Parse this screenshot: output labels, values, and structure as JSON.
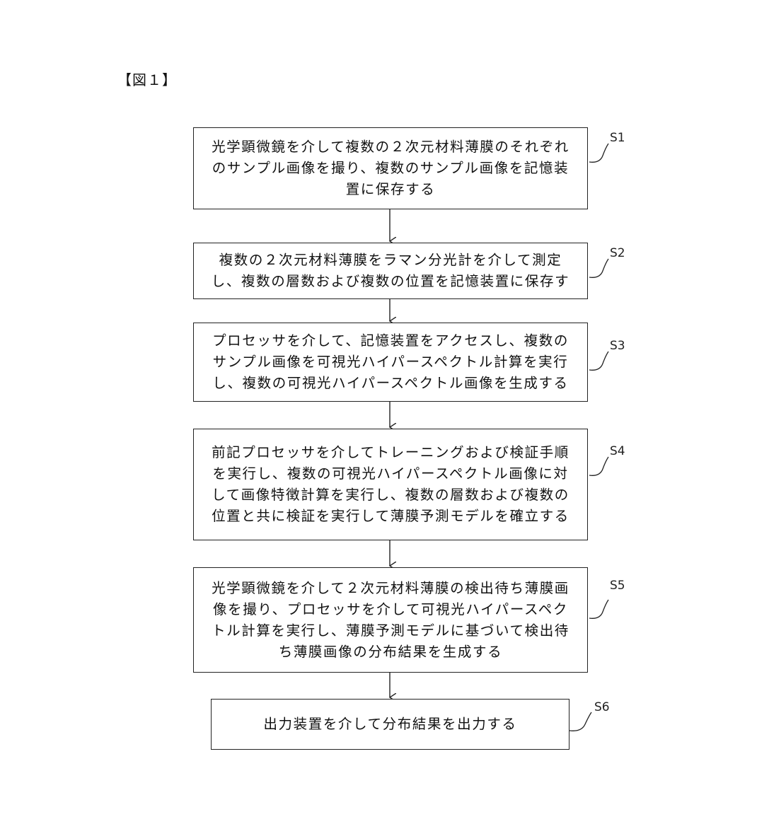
{
  "figure": {
    "label": "【図１】"
  },
  "steps": [
    {
      "id": "S1",
      "text": "光学顕微鏡を介して複数の２次元材料薄膜のそれぞれ\nのサンプル画像を撮り、複数のサンプル画像を記憶装\n置に保存する"
    },
    {
      "id": "S2",
      "text": "複数の２次元材料薄膜をラマン分光計を介して測定\nし、複数の層数および複数の位置を記憶装置に保存す"
    },
    {
      "id": "S3",
      "text": "プロセッサを介して、記憶装置をアクセスし、複数の\nサンプル画像を可視光ハイパースペクトル計算を実行\nし、複数の可視光ハイパースペクトル画像を生成する"
    },
    {
      "id": "S4",
      "text": "前記プロセッサを介してトレーニングおよび検証手順\nを実行し、複数の可視光ハイパースペクトル画像に対\nして画像特徴計算を実行し、複数の層数および複数の\n位置と共に検証を実行して薄膜予測モデルを確立する"
    },
    {
      "id": "S5",
      "text": "光学顕微鏡を介して２次元材料薄膜の検出待ち薄膜画\n像を撮り、プロセッサを介して可視光ハイパースペク\nトル計算を実行し、薄膜予測モデルに基づいて検出待\nち薄膜画像の分布結果を生成する"
    },
    {
      "id": "S6",
      "text": "出力装置を介して分布結果を出力する"
    }
  ]
}
